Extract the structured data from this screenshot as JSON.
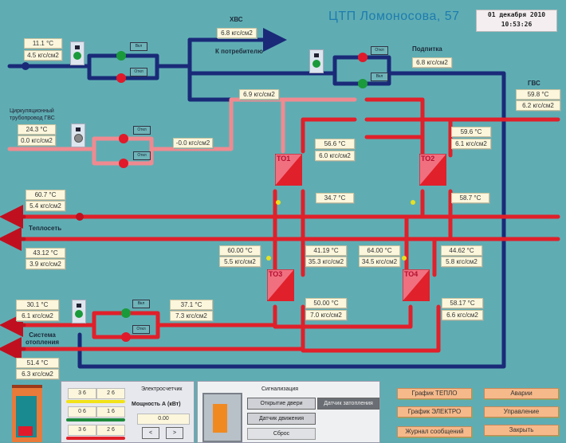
{
  "header": {
    "title": "ЦТП Ломоносова, 57",
    "date": "01 декабря 2010",
    "time": "10:53:26"
  },
  "captions": {
    "hvs": "ХВС",
    "to_consumer": "К потребителю",
    "podpitka": "Подпитка",
    "gvs": "ГВС",
    "circ_line1": "Циркуляционный",
    "circ_line2": "трубопровод ГВС",
    "teploset": "Теплосеть",
    "heating_line1": "Система",
    "heating_line2": "отопления"
  },
  "valve_tags": {
    "cold_top": "Вкл",
    "cold_bottom": "Откл",
    "podp_top": "Откл",
    "podp_bottom": "Вкл",
    "circ_top": "Откл",
    "circ_bottom": "Откл",
    "heat_top": "Вкл",
    "heat_bottom": "Откл"
  },
  "readings": {
    "cold_in_temp": "11.1 °C",
    "cold_in_press": "4.5 кгс/см2",
    "hvs_press": "6.8 кгс/см2",
    "podp_press": "6.8 кгс/см2",
    "gvs_temp": "59.8 °C",
    "gvs_press": "6.2 кгс/см2",
    "cold_mid_press": "6.9 кгс/см2",
    "circ_temp": "24.3 °C",
    "circ_press": "0.0 кгс/см2",
    "circ_out_press": "-0.0 кгс/см2",
    "td1_out_temp": "56.6 °C",
    "td1_out_press": "6.0 кгс/см2",
    "td2_out_temp": "59.6 °C",
    "td2_out_press": "6.1 кгс/см2",
    "td1_ret_temp": "34.7 °C",
    "td2_ret_temp": "58.7 °C",
    "ts_supply_temp": "60.7 °C",
    "ts_supply_press": "5.4 кгс/см2",
    "ts_return_temp": "43.12 °C",
    "ts_return_press": "3.9 кгс/см2",
    "td3_in_temp": "60.00 °C",
    "td3_in_press": "5.5 кгс/см2",
    "td3_mid_temp": "41.19 °C",
    "td3_mid_press": "35.3 кгс/см2",
    "td4_in_temp": "64.00 °C",
    "td4_in_press": "34.5 кгс/см2",
    "td4_mid_temp": "44.62 °C",
    "td4_mid_press": "5.8 кгс/см2",
    "td3_out_temp": "50.00 °C",
    "td3_out_press": "7.0 кгс/см2",
    "td4_out_temp": "58.17 °C",
    "td4_out_press": "6.6 кгс/см2",
    "heat_in_temp": "30.1 °C",
    "heat_in_press": "6.1 кгс/см2",
    "heat_mid_temp": "37.1 °C",
    "heat_mid_press": "7.3 кгс/см2",
    "heat_ret_temp": "51.4 °C",
    "heat_ret_press": "6.3 кгс/см2"
  },
  "exchangers": [
    "ТО1",
    "ТО2",
    "ТО3",
    "ТО4"
  ],
  "meter": {
    "title": "Электросчетчик",
    "power_label": "Мощность А (кВт)",
    "power_value": "0.00",
    "rows": [
      {
        "a": "3 6",
        "b": "2 6",
        "color": "#f2e21a"
      },
      {
        "a": "0 6",
        "b": "1 6",
        "color": "#1d8a3c"
      },
      {
        "a": "3 6",
        "b": "2 6",
        "color": "#e02028"
      }
    ],
    "prev_label": "<",
    "next_label": ">"
  },
  "signal": {
    "title": "Сигнализация",
    "door_open": "Открытие двери",
    "flood_sensor": "Датчик затопления",
    "motion_sensor": "Датчик движения",
    "reset": "Сброс"
  },
  "nav_buttons": {
    "graph_heat": "График ТЕПЛО",
    "graph_power": "График ЭЛЕКТРО",
    "event_log": "Журнал сообщений",
    "alarms": "Аварии",
    "control": "Управление",
    "close": "Закрыть"
  },
  "colors": {
    "background": "#5fadb3",
    "cold_pipe": "#1a2a78",
    "hot_pipe": "#e0202a",
    "warm_pipe": "#f08a90",
    "valve_on": "#1a9a3a",
    "valve_off": "#e01a2a",
    "title": "#1e7cae"
  }
}
